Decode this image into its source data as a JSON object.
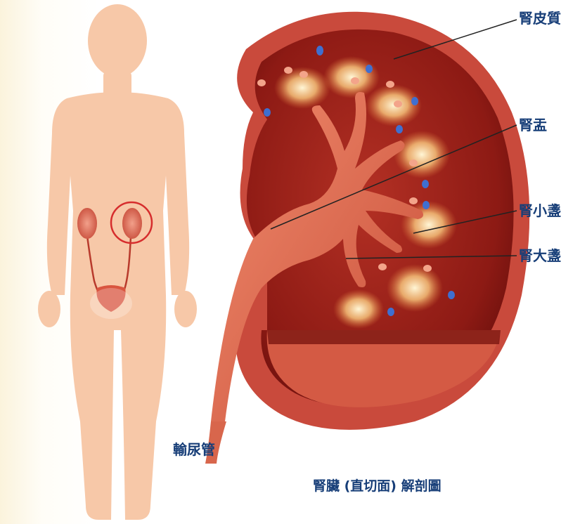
{
  "labels": {
    "renal_cortex": "腎皮質",
    "renal_pelvis": "腎盂",
    "minor_calyx": "腎小盞",
    "major_calyx": "腎大盞",
    "ureter": "輸尿管"
  },
  "caption": "腎臟 (直切面) 解剖圖",
  "colors": {
    "label_text": "#173e78",
    "body_silhouette": "#f7c8a8",
    "kidney_outer": "#c94a3c",
    "kidney_dark": "#6e0f0d",
    "pelvis": "#e0765b",
    "highlight_circle": "#d62d2d",
    "leader_line": "#222222"
  }
}
